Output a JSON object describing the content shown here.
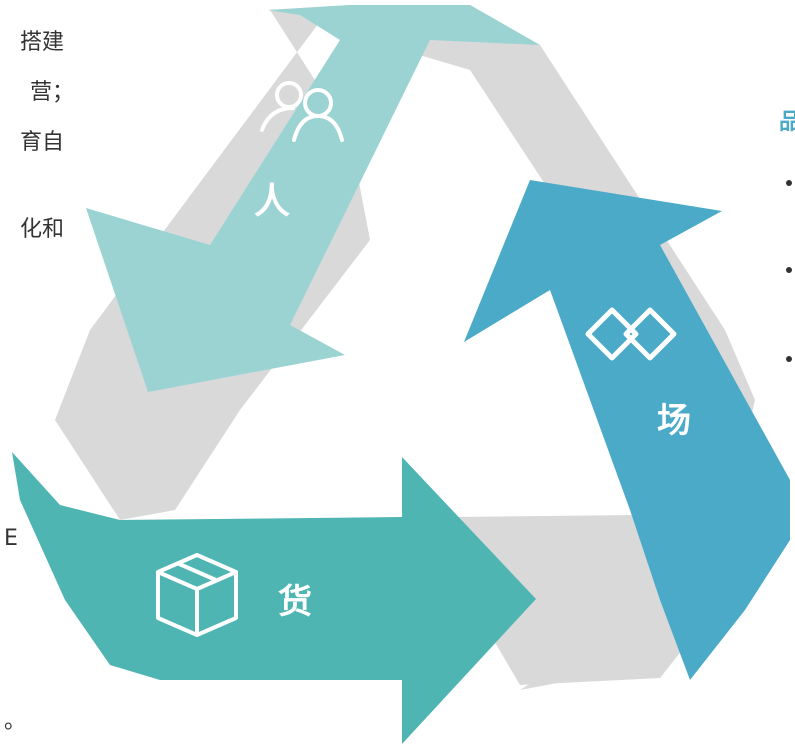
{
  "left_text": {
    "line1": "搭建",
    "line2": "营；",
    "line3": "育自",
    "line4": "化和",
    "line5": "E",
    "line6": "。"
  },
  "right_text": {
    "heading": "品",
    "bullet_count": 3
  },
  "cycle": {
    "person": {
      "label": "人",
      "icon": "people-icon",
      "color": "#9BD3D3"
    },
    "place": {
      "label": "场",
      "icon": "linked-diamonds-icon",
      "color": "#4BAAC8"
    },
    "goods": {
      "label": "货",
      "icon": "box-icon",
      "color": "#4EB5B3"
    },
    "shadow_color": "#D9D9D9"
  }
}
